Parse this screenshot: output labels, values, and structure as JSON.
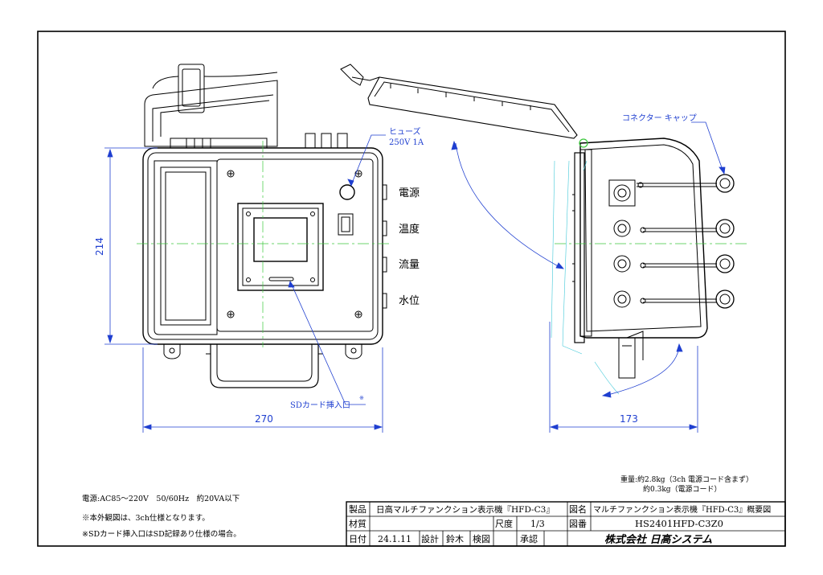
{
  "callouts": {
    "fuse_line1": "ヒューズ",
    "fuse_line2": "250V 1A",
    "sd_slot": "SDカード挿入口",
    "sd_mark": "※",
    "connector_cap": "コネクター キャップ"
  },
  "panel_labels": {
    "power": "電源",
    "temperature": "温度",
    "flow": "流量",
    "water_level": "水位"
  },
  "dimensions": {
    "height": "214",
    "width": "270",
    "depth": "173"
  },
  "weight": {
    "line1": "重量:約2.8kg（3ch 電源コード含まず）",
    "line2": "約0.3kg（電源コード）"
  },
  "notes": {
    "power": "電源:AC85～220V　50/60Hz　約20VA以下",
    "note1": "※本外観図は、3ch仕様となります。",
    "note2": "※SDカード挿入口はSD記録あり仕様の場合。"
  },
  "title_block": {
    "product_label": "製品",
    "product_value": "日高マルチファンクション表示機『HFD-C3』",
    "drawing_name_label": "図名",
    "drawing_name_value": "マルチファンクション表示機『HFD-C3』概要図",
    "material_label": "材質",
    "material_value": "",
    "scale_label": "尺度",
    "scale_value": "1/3",
    "drawing_no_label": "図番",
    "drawing_no_value": "HS2401HFD-C3Z0",
    "date_label": "日付",
    "date_value": "24.1.11",
    "design_label": "設計",
    "design_value": "鈴木",
    "check_label": "検図",
    "check_value": "",
    "approve_label": "承認",
    "approve_value": "",
    "company": "株式会社 日高システム"
  }
}
